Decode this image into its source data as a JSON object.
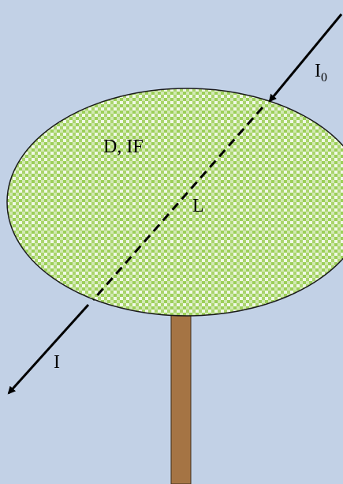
{
  "labels": {
    "incident": "I",
    "incident_subscript": "0",
    "transmitted": "I",
    "crown_properties": "D, IF",
    "path_length": "L"
  },
  "colors": {
    "background": "#c2d1e6",
    "crown_base": "#9ccf59",
    "crown_check": "#ffffff",
    "crown_outline": "#1a1a1a",
    "trunk": "#a57444",
    "trunk_outline": "#3d2b17",
    "ray": "#000000"
  }
}
